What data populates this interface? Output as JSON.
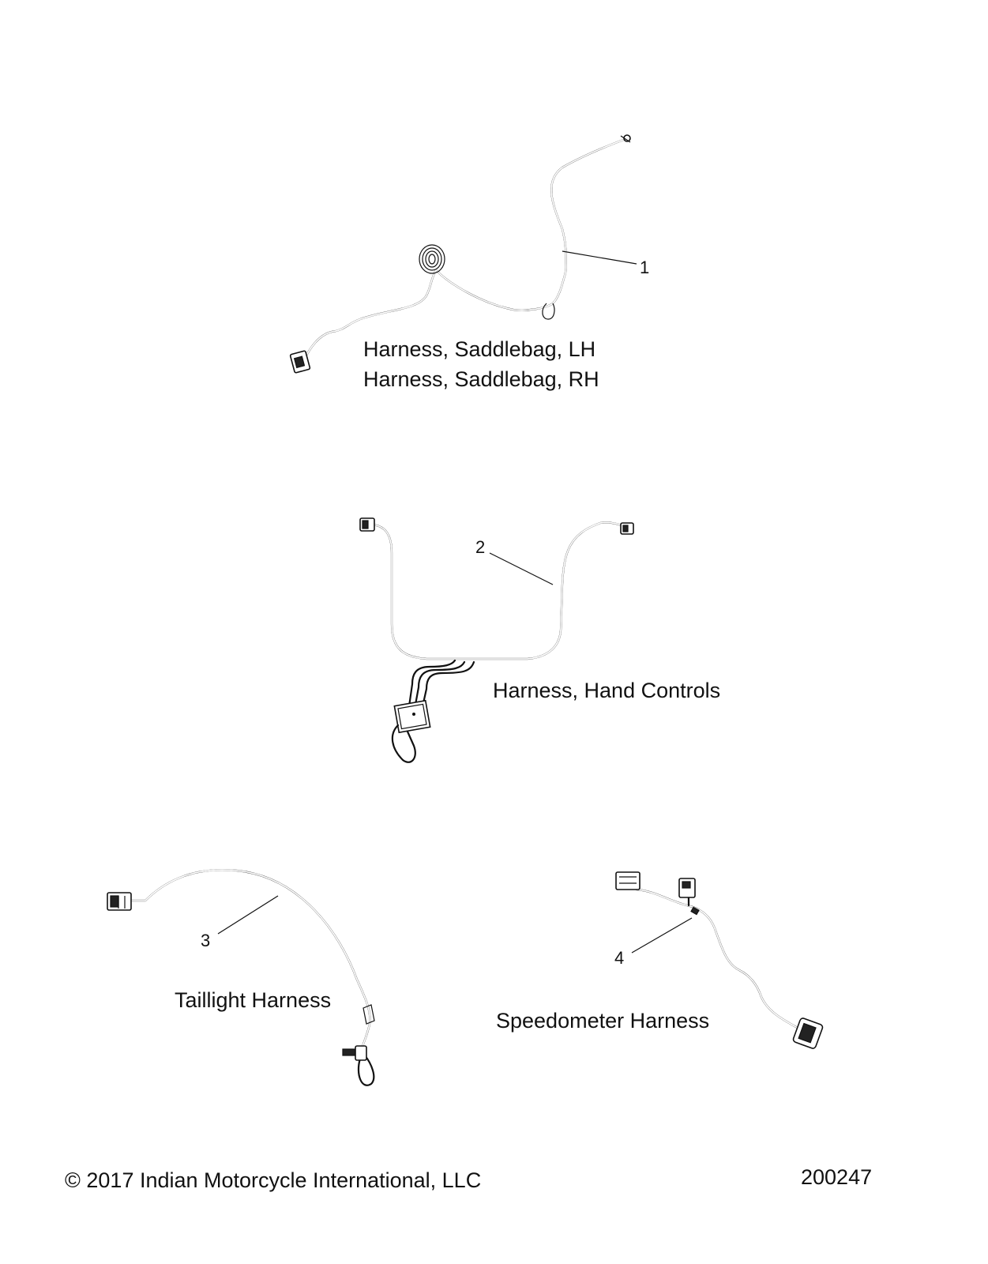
{
  "parts": [
    {
      "number": "1",
      "labels": [
        "Harness, Saddlebag, LH",
        "Harness, Saddlebag, RH"
      ]
    },
    {
      "number": "2",
      "labels": [
        "Harness, Hand Controls"
      ]
    },
    {
      "number": "3",
      "labels": [
        "Taillight Harness"
      ]
    },
    {
      "number": "4",
      "labels": [
        "Speedometer Harness"
      ]
    }
  ],
  "footer": {
    "copyright": "© 2017 Indian Motorcycle International, LLC",
    "figure_id": "200247"
  },
  "colors": {
    "ink": "#111111",
    "background": "#ffffff"
  }
}
